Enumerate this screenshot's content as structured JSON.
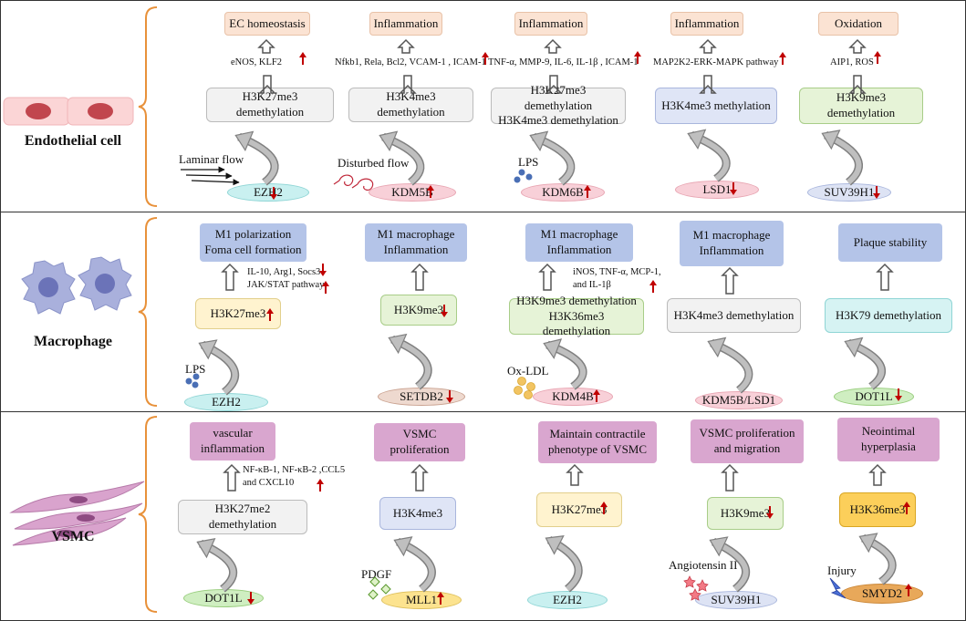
{
  "rows": [
    {
      "label": "Endothelial cell",
      "columns": [
        {
          "outcome": "EC homeostasis",
          "markers": "eNOS, KLF2",
          "marker_dir": "up",
          "mechanism": [
            "H3K27me3 demethylation"
          ],
          "enzyme": "EZH2",
          "enzyme_dir": "down",
          "stimulus": "Laminar flow"
        },
        {
          "outcome": "Inflammation",
          "markers": "Nfkb1, Rela, Bcl2, VCAM-1 , ICAM-1",
          "marker_dir": "up",
          "mechanism": [
            "H3K4me3 demethylation"
          ],
          "enzyme": "KDM5B",
          "enzyme_dir": "up",
          "stimulus": "Disturbed flow"
        },
        {
          "outcome": "Inflammation",
          "markers": "TNF-α, MMP-9, IL-6, IL-1β , ICAM-1",
          "marker_dir": "up",
          "mechanism": [
            "H3K27me3 demethylation",
            "H3K4me3 demethylation"
          ],
          "enzyme": "KDM6B",
          "enzyme_dir": "up",
          "stimulus": "LPS"
        },
        {
          "outcome": "Inflammation",
          "markers": "MAP2K2-ERK-MAPK pathway",
          "marker_dir": "up",
          "mechanism": [
            "H3K4me3 methylation"
          ],
          "enzyme": "LSD1",
          "enzyme_dir": "down",
          "stimulus": ""
        },
        {
          "outcome": "Oxidation",
          "markers": "AIP1, ROS",
          "marker_dir": "up",
          "mechanism": [
            "H3K9me3 demethylation"
          ],
          "enzyme": "SUV39H1",
          "enzyme_dir": "down",
          "stimulus": ""
        }
      ]
    },
    {
      "label": "Macrophage",
      "columns": [
        {
          "outcome": [
            "M1 polarization",
            "Foma cell formation"
          ],
          "markers": [
            "IL-10, Arg1, Socs3",
            "JAK/STAT pathway"
          ],
          "marker_dirs": [
            "down",
            "up"
          ],
          "mechanism": [
            "H3K27me3"
          ],
          "mech_dir": "up",
          "enzyme": "EZH2",
          "enzyme_dir": "",
          "stimulus": "LPS"
        },
        {
          "outcome": [
            "M1 macrophage",
            "Inflammation"
          ],
          "markers": [],
          "mechanism": [
            "H3K9me3"
          ],
          "mech_dir": "down",
          "enzyme": "SETDB2",
          "enzyme_dir": "down",
          "stimulus": ""
        },
        {
          "outcome": [
            "M1 macrophage",
            "Inflammation"
          ],
          "markers": [
            "iNOS, TNF-α, MCP-1,",
            "and IL-1β"
          ],
          "marker_dirs": [
            "",
            "up"
          ],
          "mechanism": [
            "H3K9me3 demethylation",
            "H3K36me3 demethylation"
          ],
          "enzyme": "KDM4B",
          "enzyme_dir": "up",
          "stimulus": "Ox-LDL"
        },
        {
          "outcome": [
            "M1 macrophage",
            "Inflammation"
          ],
          "markers": [],
          "mechanism": [
            "H3K4me3 demethylation"
          ],
          "enzyme": "KDM5B/LSD1",
          "enzyme_dir": "",
          "stimulus": ""
        },
        {
          "outcome": [
            "Plaque stability"
          ],
          "markers": [],
          "mechanism": [
            "H3K79 demethylation"
          ],
          "enzyme": "DOT1L",
          "enzyme_dir": "down",
          "stimulus": ""
        }
      ]
    },
    {
      "label": "VSMC",
      "columns": [
        {
          "outcome": [
            "vascular",
            "inflammation"
          ],
          "markers": [
            "NF-κB-1, NF-κB-2 ,CCL5",
            "and CXCL10"
          ],
          "marker_dirs": [
            "",
            "up"
          ],
          "mechanism": [
            "H3K27me2 demethylation"
          ],
          "enzyme": "DOT1L",
          "enzyme_dir": "down",
          "stimulus": ""
        },
        {
          "outcome": [
            "VSMC",
            "proliferation"
          ],
          "markers": [],
          "mechanism": [
            "H3K4me3"
          ],
          "enzyme": "MLL1",
          "enzyme_dir": "up",
          "stimulus": "PDGF"
        },
        {
          "outcome": [
            "Maintain contractile",
            "phenotype of VSMC"
          ],
          "markers": [],
          "mechanism": [
            "H3K27me3"
          ],
          "mech_dir": "up",
          "enzyme": "EZH2",
          "enzyme_dir": "",
          "stimulus": ""
        },
        {
          "outcome": [
            "VSMC proliferation",
            "and migration"
          ],
          "markers": [],
          "mechanism": [
            "H3K9me3"
          ],
          "mech_dir": "down",
          "enzyme": "SUV39H1",
          "enzyme_dir": "",
          "stimulus": "Angiotensin II"
        },
        {
          "outcome": [
            "Neointimal",
            "hyperplasia"
          ],
          "markers": [],
          "mechanism": [
            "H3K36me3"
          ],
          "mech_dir": "up",
          "enzyme": "SMYD2",
          "enzyme_dir": "up",
          "stimulus": "Injury"
        }
      ]
    }
  ],
  "colors": {
    "ec_outcome": "#fbe3d3",
    "ec_mech_gray": "#f2f2f2",
    "ec_mech_blue": "#dfe5f6",
    "ec_mech_green": "#e6f3d7",
    "ec_enzyme_cyan": "#c9f0f0",
    "ec_enzyme_pink": "#f8d0d8",
    "ec_enzyme_lilac": "#dde3f4",
    "mac_outcome": "#b4c4e8",
    "mac_mech_yellow": "#fff3cf",
    "mac_mech_green": "#e6f3d7",
    "mac_mech_gray": "#f2f2f2",
    "mac_mech_cyan": "#d6f3f3",
    "vsmc_outcome": "#d9a6cf",
    "vsmc_mech_blue": "#dfe5f6",
    "vsmc_mech_yellow": "#fff3cf",
    "vsmc_mech_green": "#e6f3d7",
    "vsmc_mech_orange": "#fccf5a",
    "brace": "#e8913a",
    "arrow_red": "#c00000",
    "arrow_gray": "#7f7f7f"
  }
}
